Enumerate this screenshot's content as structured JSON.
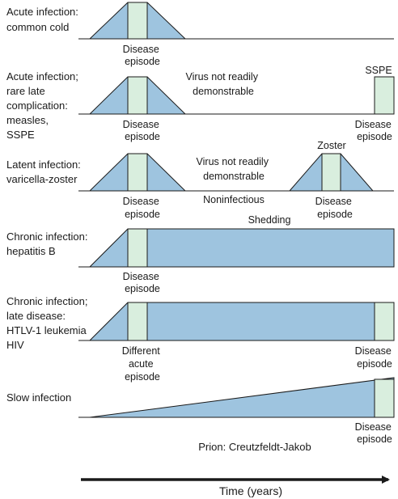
{
  "rows": [
    {
      "key": "acute",
      "label": [
        "Acute infection:",
        "common cold"
      ],
      "notes": [],
      "episodes": [
        {
          "label": [
            "Disease",
            "episode"
          ]
        }
      ]
    },
    {
      "key": "measles",
      "label": [
        "Acute infection;",
        "rare late",
        "complication:",
        "measles,",
        "SSPE"
      ],
      "notes": [
        {
          "lines": [
            "Virus not readily",
            "demonstrable"
          ]
        },
        {
          "lines": [
            "SSPE"
          ]
        }
      ],
      "episodes": [
        {
          "label": [
            "Disease",
            "episode"
          ]
        },
        {
          "label": [
            "Disease",
            "episode"
          ]
        }
      ]
    },
    {
      "key": "latent",
      "label": [
        "Latent infection:",
        "varicella-zoster"
      ],
      "notes": [
        {
          "lines": [
            "Virus not readily",
            "demonstrable"
          ]
        },
        {
          "lines": [
            "Zoster"
          ]
        },
        {
          "lines": [
            "Noninfectious"
          ]
        }
      ],
      "episodes": [
        {
          "label": [
            "Disease",
            "episode"
          ]
        },
        {
          "label": [
            "Disease",
            "episode"
          ]
        }
      ]
    },
    {
      "key": "hepb",
      "label": [
        "Chronic infection:",
        "hepatitis B"
      ],
      "notes": [
        {
          "lines": [
            "Shedding"
          ]
        }
      ],
      "episodes": [
        {
          "label": [
            "Disease",
            "episode"
          ]
        }
      ]
    },
    {
      "key": "htlv",
      "label": [
        "Chronic infection;",
        "late disease:",
        "HTLV-1 leukemia",
        "HIV"
      ],
      "notes": [],
      "episodes": [
        {
          "label": [
            "Different",
            "acute",
            "episode"
          ]
        },
        {
          "label": [
            "Disease",
            "episode"
          ]
        }
      ]
    },
    {
      "key": "slow",
      "label": [
        "Slow infection"
      ],
      "notes": [
        {
          "lines": [
            "Prion: Creutzfeldt-Jakob"
          ]
        }
      ],
      "episodes": [
        {
          "label": [
            "Disease",
            "episode"
          ]
        }
      ]
    }
  ],
  "axis": {
    "label": "Time (years)"
  },
  "colors": {
    "infection_fill": "#9ec4df",
    "episode_fill": "#d9eede",
    "line": "#1a1a1a"
  }
}
